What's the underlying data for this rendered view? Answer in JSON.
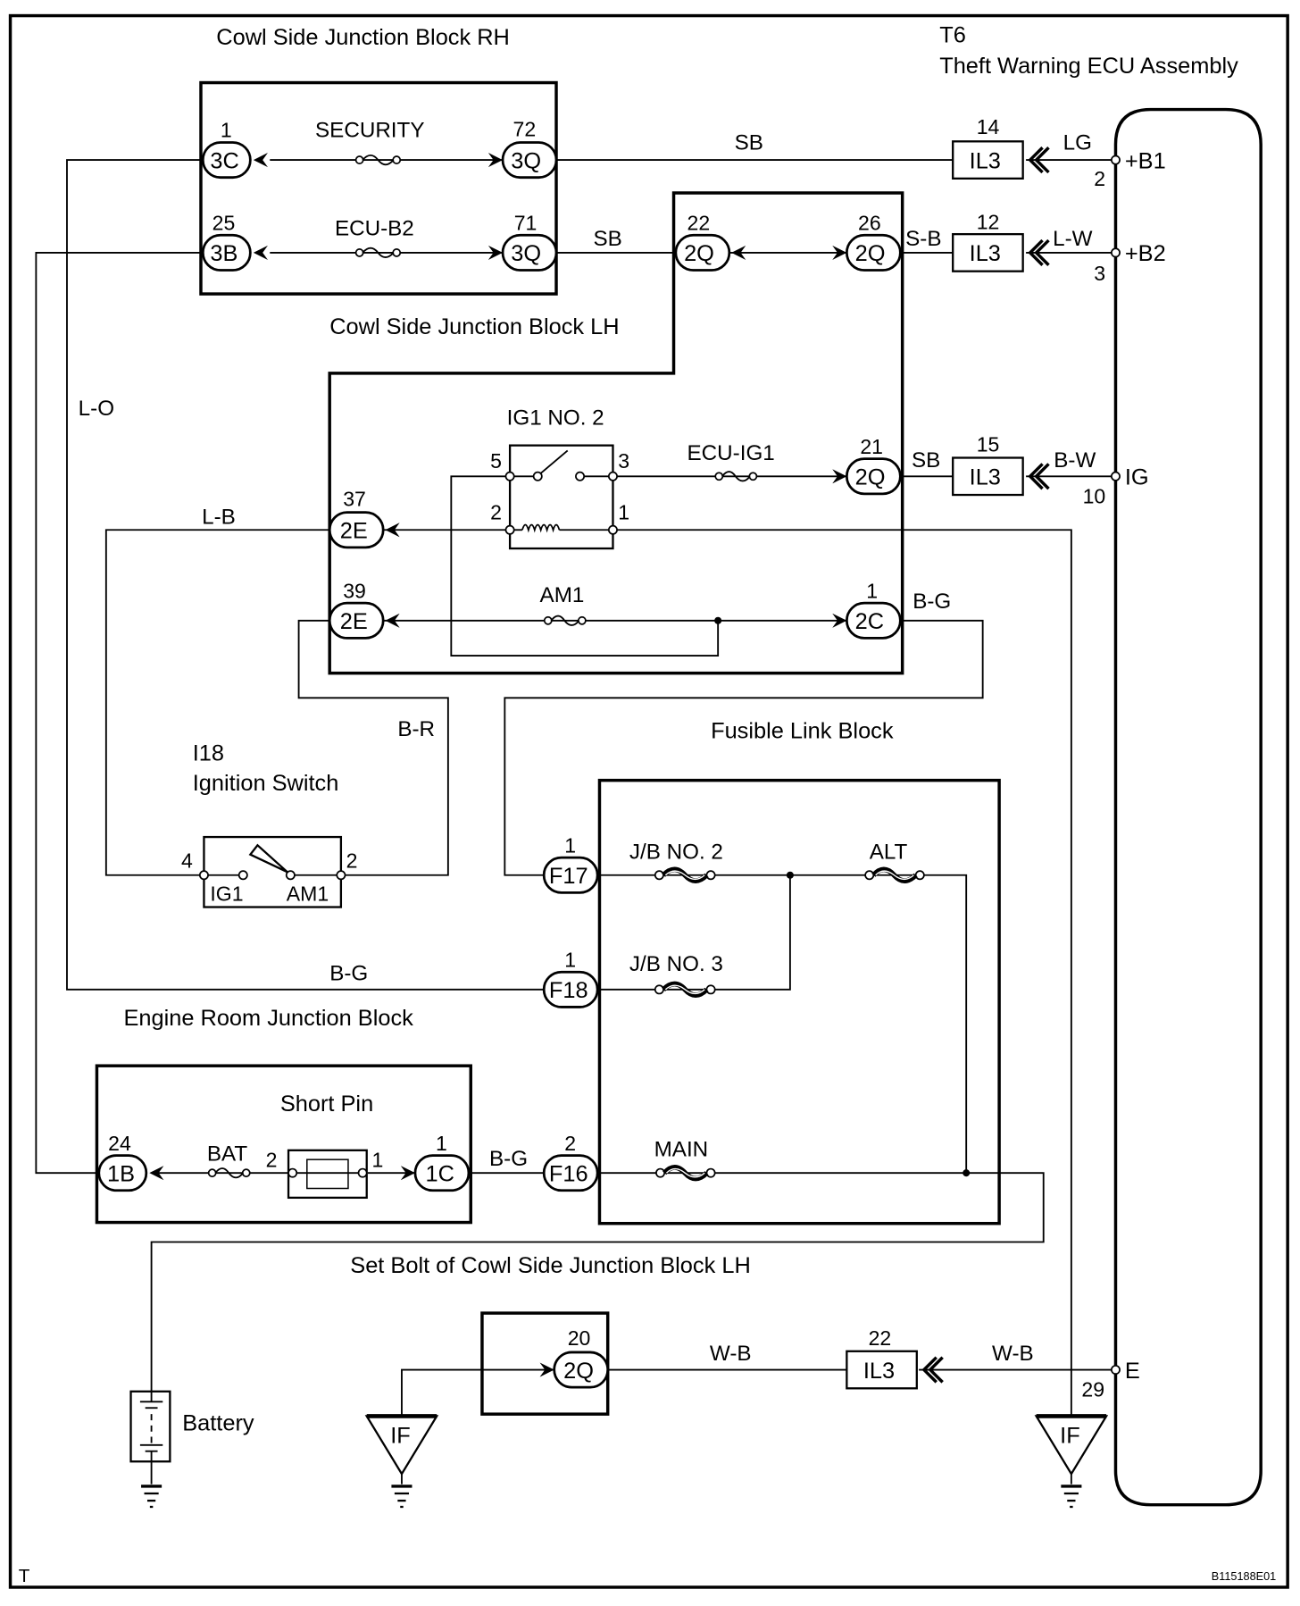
{
  "diagram": {
    "figure_id": "B115188E01",
    "corner_mark": "T",
    "components": {
      "cowl_rh": {
        "title": "Cowl Side Junction Block RH"
      },
      "cowl_lh": {
        "title": "Cowl Side Junction Block LH"
      },
      "ecu": {
        "code": "T6",
        "title": "Theft Warning ECU Assembly"
      },
      "ignition_switch": {
        "code": "I18",
        "title": "Ignition Switch",
        "contacts": [
          "IG1",
          "AM1"
        ],
        "pins": [
          "4",
          "2"
        ]
      },
      "fusible_link": {
        "title": "Fusible Link  Block"
      },
      "engine_room": {
        "title": "Engine Room Junction Block"
      },
      "short_pin": {
        "title": "Short Pin",
        "pins": [
          "2",
          "1"
        ]
      },
      "set_bolt": {
        "title": "Set Bolt of Cowl Side Junction Block LH"
      },
      "battery": {
        "title": "Battery"
      },
      "relay": {
        "title": "IG1 NO. 2",
        "pins": [
          "5",
          "3",
          "2",
          "1"
        ]
      }
    },
    "fuses": {
      "security": "SECURITY",
      "ecu_b2": "ECU-B2",
      "ecu_ig1": "ECU-IG1",
      "am1": "AM1",
      "jb2": "J/B NO. 2",
      "jb3": "J/B NO. 3",
      "alt": "ALT",
      "main": "MAIN",
      "bat": "BAT"
    },
    "connectors": {
      "c3c": {
        "code": "3C",
        "pin": "1"
      },
      "c3q72": {
        "code": "3Q",
        "pin": "72"
      },
      "c3b": {
        "code": "3B",
        "pin": "25"
      },
      "c3q71": {
        "code": "3Q",
        "pin": "71"
      },
      "c2q22": {
        "code": "2Q",
        "pin": "22"
      },
      "c2q26": {
        "code": "2Q",
        "pin": "26"
      },
      "c2q21": {
        "code": "2Q",
        "pin": "21"
      },
      "c2e37": {
        "code": "2E",
        "pin": "37"
      },
      "c2e39": {
        "code": "2E",
        "pin": "39"
      },
      "c2c": {
        "code": "2C",
        "pin": "1"
      },
      "f17": {
        "code": "F17",
        "pin": "1"
      },
      "f18": {
        "code": "F18",
        "pin": "1"
      },
      "f16": {
        "code": "F16",
        "pin": "2"
      },
      "c1b": {
        "code": "1B",
        "pin": "24"
      },
      "c1c": {
        "code": "1C",
        "pin": "1"
      },
      "c2q20": {
        "code": "2Q",
        "pin": "20"
      },
      "il3_14": {
        "code": "IL3",
        "pin": "14"
      },
      "il3_12": {
        "code": "IL3",
        "pin": "12"
      },
      "il3_15": {
        "code": "IL3",
        "pin": "15"
      },
      "il3_22": {
        "code": "IL3",
        "pin": "22"
      }
    },
    "ecu_terminals": [
      {
        "name": "+B1",
        "pin": "2"
      },
      {
        "name": "+B2",
        "pin": "3"
      },
      {
        "name": "IG",
        "pin": "10"
      },
      {
        "name": "E",
        "pin": "29"
      }
    ],
    "wire_colors": {
      "sb_top": "SB",
      "lg": "LG",
      "sb_ecub2": "SB",
      "s_b": "S-B",
      "l_w": "L-W",
      "sb_ig": "SB",
      "b_w": "B-W",
      "l_o": "L-O",
      "l_b": "L-B",
      "b_g_2c": "B-G",
      "b_r": "B-R",
      "b_g_f18": "B-G",
      "b_g_f16": "B-G",
      "w_b_left": "W-B",
      "w_b_right": "W-B"
    },
    "grounds": [
      {
        "label": "IF"
      },
      {
        "label": "IF"
      }
    ]
  }
}
